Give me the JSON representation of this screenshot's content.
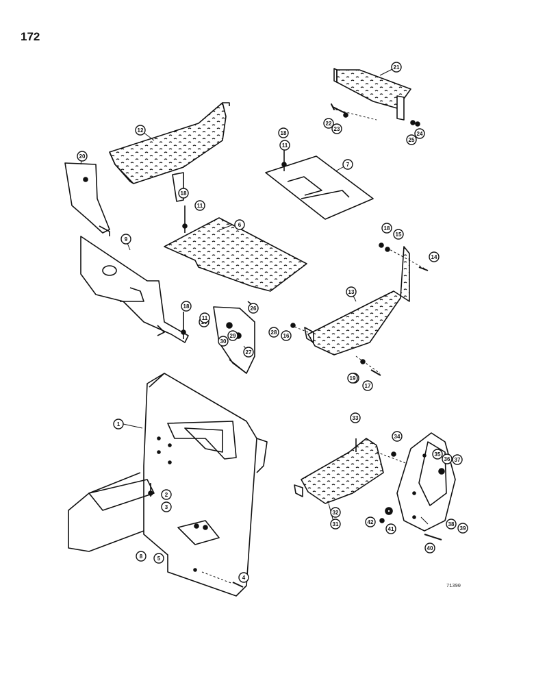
{
  "page": {
    "number": "172",
    "figure_code": "7​1390"
  },
  "parts": [
    {
      "label": "1"
    },
    {
      "label": "2"
    },
    {
      "label": "3"
    },
    {
      "label": "4"
    },
    {
      "label": "5"
    },
    {
      "label": "6"
    },
    {
      "label": "7"
    },
    {
      "label": "8"
    },
    {
      "label": "9"
    },
    {
      "label": "10"
    },
    {
      "label": "11"
    },
    {
      "label": "12"
    },
    {
      "label": "13"
    },
    {
      "label": "14"
    },
    {
      "label": "15"
    },
    {
      "label": "16"
    },
    {
      "label": "17"
    },
    {
      "label": "18"
    },
    {
      "label": "19"
    },
    {
      "label": "20"
    },
    {
      "label": "21"
    },
    {
      "label": "22"
    },
    {
      "label": "23"
    },
    {
      "label": "24"
    },
    {
      "label": "25"
    },
    {
      "label": "26"
    },
    {
      "label": "27"
    },
    {
      "label": "28"
    },
    {
      "label": "29"
    },
    {
      "label": "30"
    },
    {
      "label": "31"
    },
    {
      "label": "32"
    },
    {
      "label": "33"
    },
    {
      "label": "34"
    },
    {
      "label": "35"
    },
    {
      "label": "36"
    },
    {
      "label": "37"
    },
    {
      "label": "38"
    },
    {
      "label": "39"
    },
    {
      "label": "40"
    },
    {
      "label": "41"
    },
    {
      "label": "42"
    }
  ],
  "colors": {
    "ink": "#111111",
    "paper": "#ffffff"
  }
}
